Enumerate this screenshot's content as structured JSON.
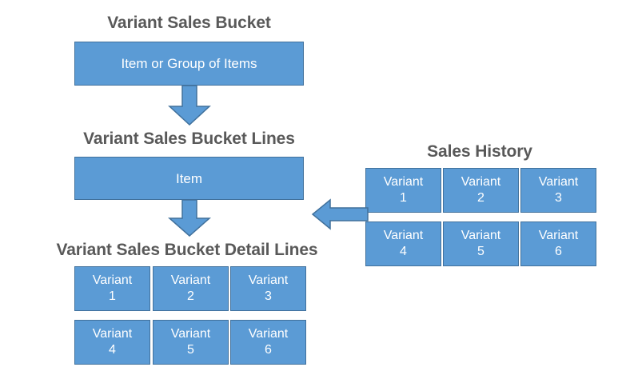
{
  "diagram": {
    "background_color": "#FFFFFF",
    "box_fill_color": "#5B9BD5",
    "box_border_color": "#41719C",
    "title_color": "#595959",
    "box_text_color": "#FFFFFF",
    "sections": {
      "variant_sales_bucket": {
        "title": "Variant Sales Bucket",
        "box_label": "Item or Group of Items"
      },
      "variant_sales_bucket_lines": {
        "title": "Variant Sales Bucket Lines",
        "box_label": "Item"
      },
      "variant_sales_bucket_detail_lines": {
        "title": "Variant Sales Bucket Detail Lines",
        "variants": [
          {
            "name": "Variant",
            "number": "1"
          },
          {
            "name": "Variant",
            "number": "2"
          },
          {
            "name": "Variant",
            "number": "3"
          },
          {
            "name": "Variant",
            "number": "4"
          },
          {
            "name": "Variant",
            "number": "5"
          },
          {
            "name": "Variant",
            "number": "6"
          }
        ]
      },
      "sales_history": {
        "title": "Sales History",
        "variants": [
          {
            "name": "Variant",
            "number": "1"
          },
          {
            "name": "Variant",
            "number": "2"
          },
          {
            "name": "Variant",
            "number": "3"
          },
          {
            "name": "Variant",
            "number": "4"
          },
          {
            "name": "Variant",
            "number": "5"
          },
          {
            "name": "Variant",
            "number": "6"
          }
        ]
      }
    },
    "connectors": [
      {
        "id": "bucket-to-lines",
        "direction": "down"
      },
      {
        "id": "lines-to-detail-lines",
        "direction": "down"
      },
      {
        "id": "sales-history-to-lines",
        "direction": "left"
      }
    ]
  }
}
